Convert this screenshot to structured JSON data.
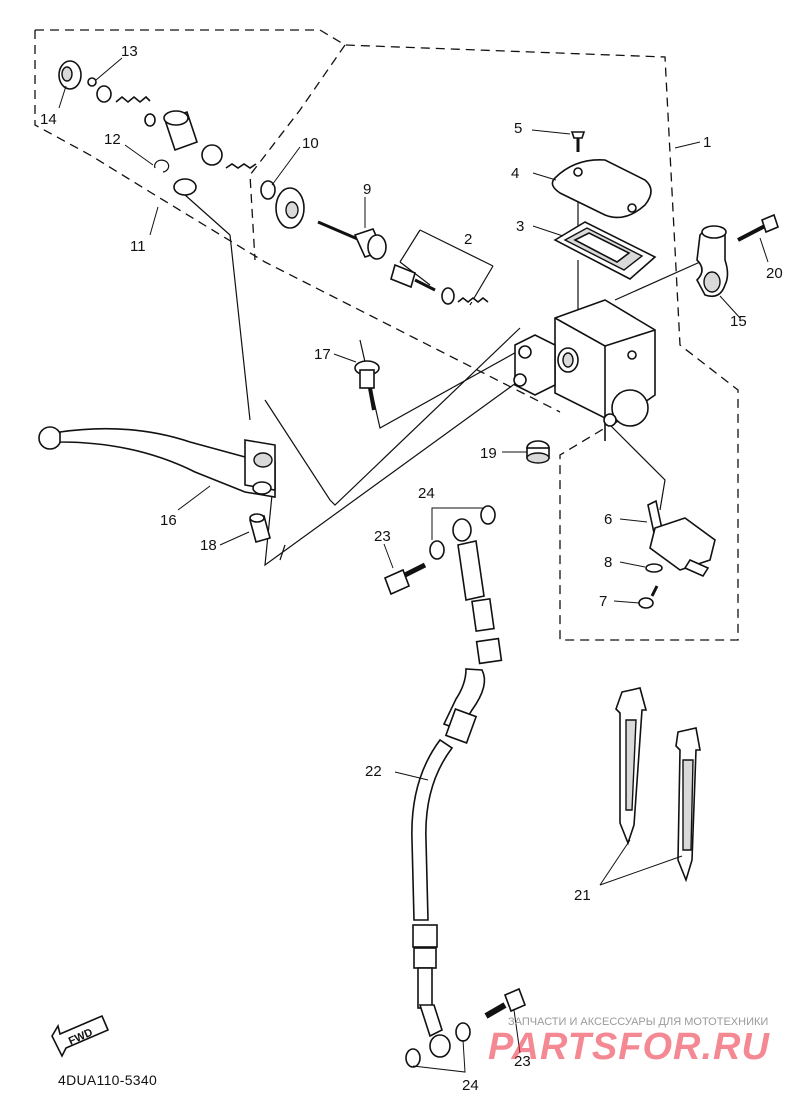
{
  "diagram": {
    "code": "4DUA110-5340",
    "fwd_label": "FWD",
    "labels": [
      "1",
      "2",
      "3",
      "4",
      "5",
      "6",
      "7",
      "8",
      "9",
      "10",
      "11",
      "12",
      "13",
      "14",
      "15",
      "16",
      "17",
      "18",
      "19",
      "20",
      "21",
      "22",
      "23",
      "23",
      "24",
      "24"
    ]
  },
  "watermark": {
    "caption": "ЗАПЧАСТИ И АКСЕССУАРЫ ДЛЯ МОТОТЕХНИКИ",
    "logo": "PARTSFOR.RU",
    "color": "#eb283c"
  }
}
